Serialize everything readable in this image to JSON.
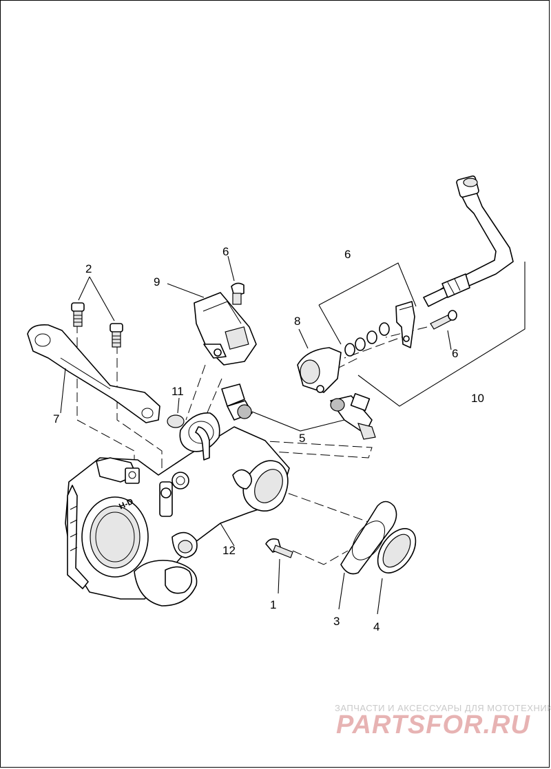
{
  "callouts": [
    {
      "id": "1",
      "label": "1"
    },
    {
      "id": "2",
      "label": "2"
    },
    {
      "id": "3",
      "label": "3"
    },
    {
      "id": "4",
      "label": "4"
    },
    {
      "id": "5",
      "label": "5"
    },
    {
      "id": "6a",
      "label": "6"
    },
    {
      "id": "6b",
      "label": "6"
    },
    {
      "id": "6c",
      "label": "6"
    },
    {
      "id": "7",
      "label": "7"
    },
    {
      "id": "8",
      "label": "8"
    },
    {
      "id": "9",
      "label": "9"
    },
    {
      "id": "10",
      "label": "10"
    },
    {
      "id": "11",
      "label": "11"
    },
    {
      "id": "12",
      "label": "12"
    }
  ],
  "watermark": {
    "tagline": "ЗАПЧАСТИ И АКСЕССУАРЫ ДЛЯ МОТОТЕХНИКИ",
    "logo": "PARTSFOR.RU"
  }
}
